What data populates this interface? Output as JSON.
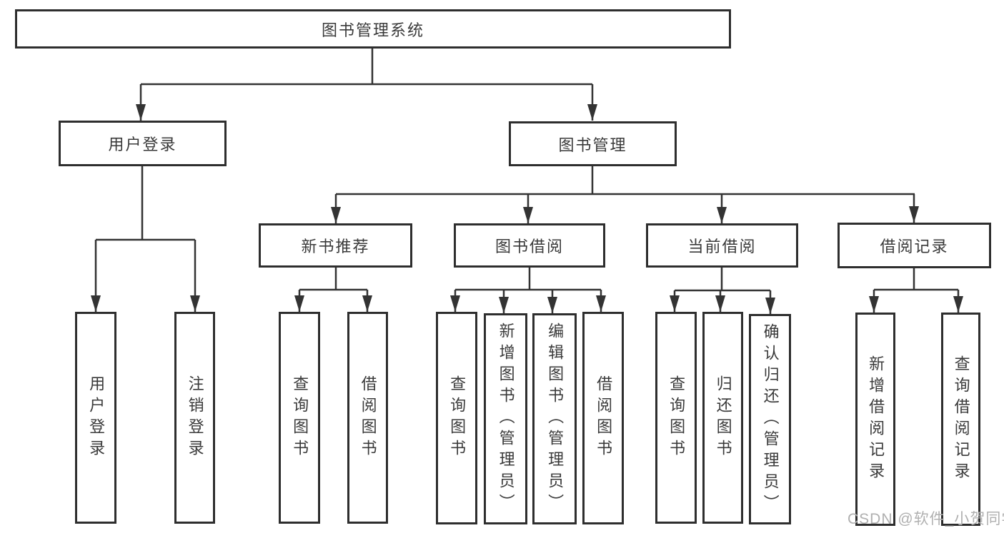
{
  "watermark": "CSDN @软件_小贺同学",
  "colors": {
    "line": "#333333",
    "box_border": "#2e2e2e",
    "text": "#3a3a3a",
    "watermark": "#b0b0b0",
    "background": "#ffffff"
  },
  "tree": {
    "root": "图书管理系统",
    "branches": [
      {
        "label": "用户登录",
        "children": [
          "用户登录",
          "注销登录"
        ]
      },
      {
        "label": "图书管理",
        "groups": [
          {
            "label": "新书推荐",
            "children": [
              "查询图书",
              "借阅图书"
            ]
          },
          {
            "label": "图书借阅",
            "children": [
              "查询图书",
              "新增图书（管理员）",
              "编辑图书（管理员）",
              "借阅图书"
            ]
          },
          {
            "label": "当前借阅",
            "children": [
              "查询图书",
              "归还图书",
              "确认归还（管理员）"
            ]
          },
          {
            "label": "借阅记录",
            "children": [
              "新增借阅记录",
              "查询借阅记录"
            ]
          }
        ]
      }
    ]
  }
}
